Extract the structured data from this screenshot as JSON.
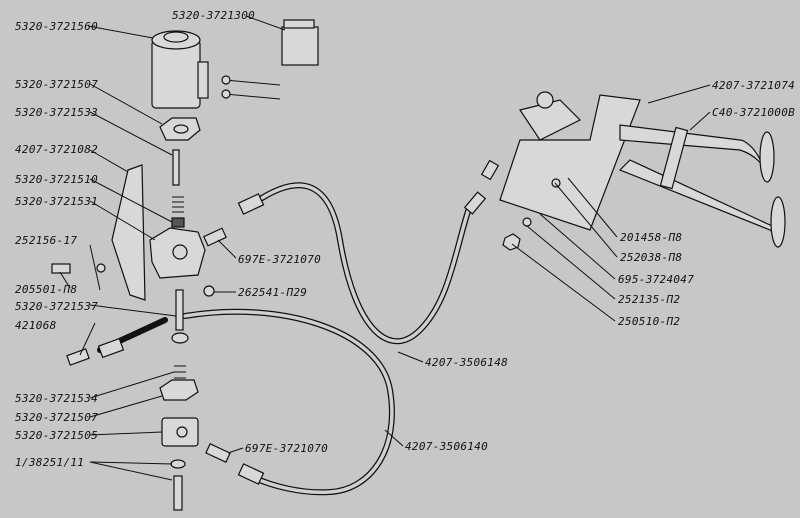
{
  "title": "Pneumatic horn assembly",
  "labels": {
    "valve_body_560": "5320-3721560",
    "relay_300": "5320-3721300",
    "gasket_507_top": "5320-3721507",
    "pin_533": "5320-3721533",
    "bracket_082": "4207-3721082",
    "spring_510": "5320-3721510",
    "housing_531": "5320-3721531",
    "bolt_252156": "252156-17",
    "bolt_205501": "205501-П8",
    "nipple_537": "5320-3721537",
    "tee_421068": "421068",
    "fitting_697e_top": "697E-3721070",
    "screw_262541": "262541-П29",
    "spring_534": "5320-3721534",
    "gasket_507_bottom": "5320-3721507",
    "housing_505": "5320-3721505",
    "washer_bolt_138251": "1/38251/11",
    "fitting_697e_bottom": "697E-3721070",
    "hose_148": "4207-3506148",
    "hose_140": "4207-3506140",
    "bracket_074": "4207-3721074",
    "horn_c40": "С40-3721000В",
    "bolt_201458": "201458-П8",
    "washer_252038": "252038-П8",
    "clamp_695": "695-3724047",
    "washer_252135": "252135-П2",
    "nut_250510": "250510-П2"
  }
}
